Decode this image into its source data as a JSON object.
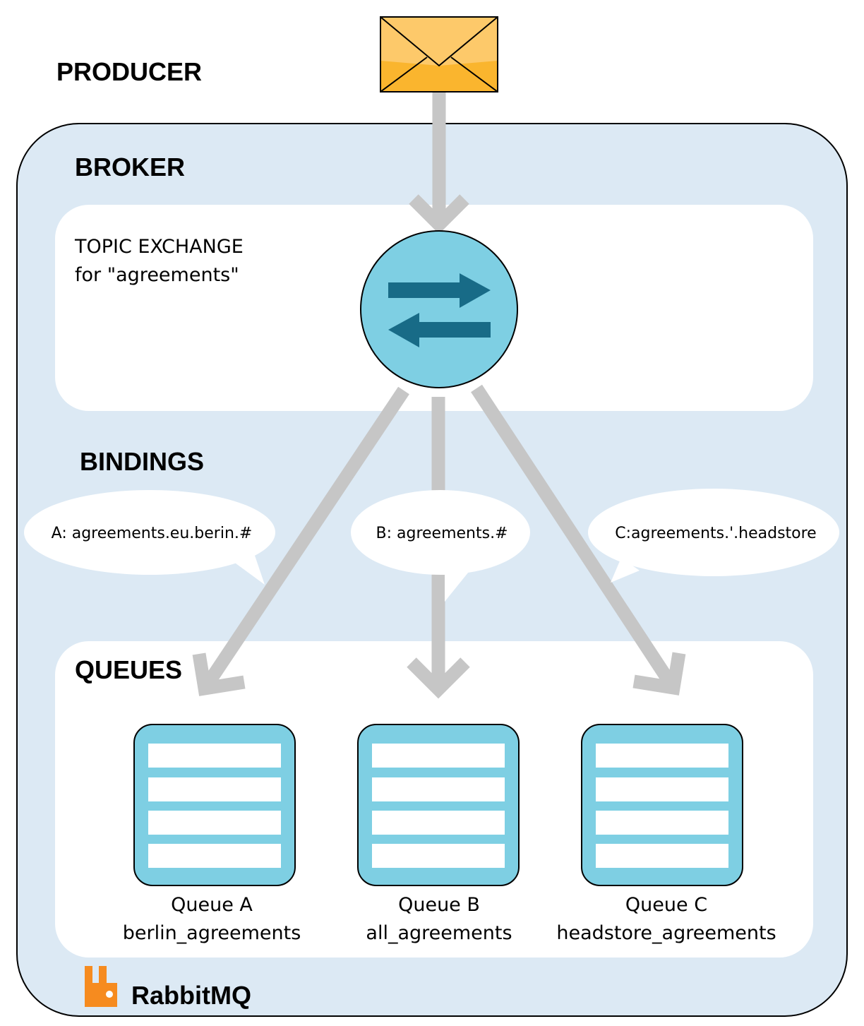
{
  "producer": {
    "label": "PRODUCER"
  },
  "broker": {
    "label": "BROKER"
  },
  "exchange": {
    "type_label": "TOPIC EXCHANGE",
    "for_label": "for \"agreements\""
  },
  "bindings": {
    "label": "BINDINGS",
    "items": [
      {
        "text": "A: agreements.eu.berin.#"
      },
      {
        "text": "B: agreements.#"
      },
      {
        "text": "C:agreements.'.headstore"
      }
    ]
  },
  "queues": {
    "label": "QUEUES",
    "items": [
      {
        "title": "Queue A",
        "name": "berlin_agreements"
      },
      {
        "title": "Queue B",
        "name": "all_agreements"
      },
      {
        "title": "Queue C",
        "name": "headstore_agreements"
      }
    ]
  },
  "brand": {
    "name": "RabbitMQ",
    "icon": "rabbitmq-logo-icon"
  },
  "colors": {
    "broker_bg": "#dce9f4",
    "panel_bg": "#ffffff",
    "exchange_circle": "#7ecfe3",
    "exchange_arrows": "#186b87",
    "arrow_gray": "#c6c6c6",
    "envelope_light": "#fdc96a",
    "envelope_dark": "#fab52e",
    "queue_fill": "#7ecfe3",
    "logo_orange": "#f68b1f"
  }
}
